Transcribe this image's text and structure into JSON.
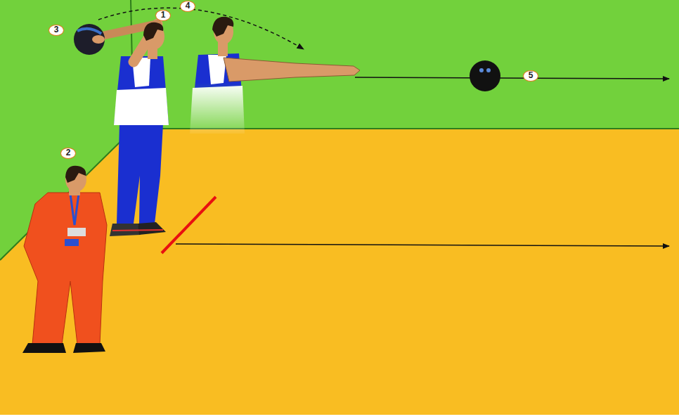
{
  "diagram": {
    "labels": [
      "4",
      "1",
      "3",
      "5",
      "2"
    ]
  }
}
